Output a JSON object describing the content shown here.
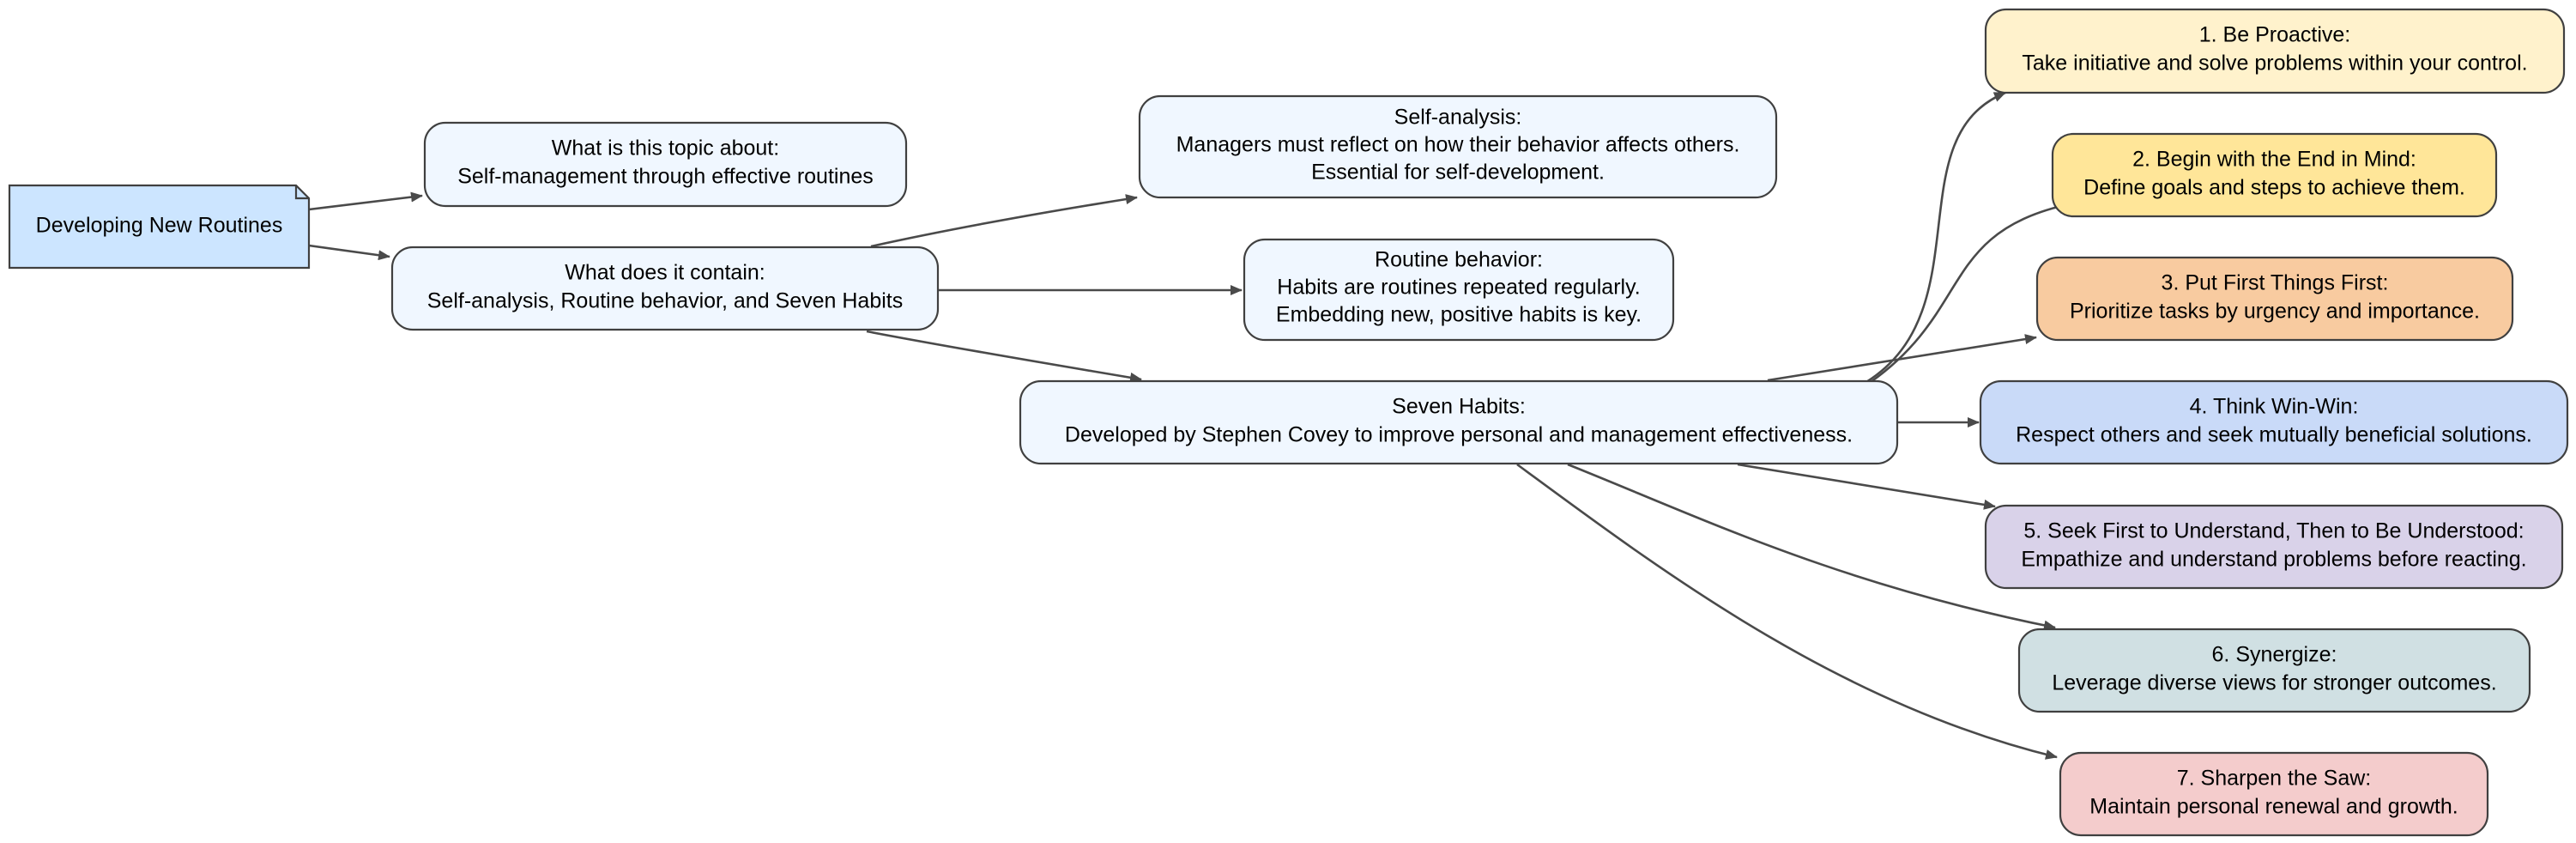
{
  "colors": {
    "root": "#cce5ff",
    "info": "#f0f7ff",
    "edge": "#4a4a4a",
    "border": "#404040",
    "habits": [
      "#fff2cc",
      "#ffe699",
      "#f8cba0",
      "#c9daf8",
      "#d9d2e9",
      "#d0e0e3",
      "#f4cccc"
    ]
  },
  "nodes": {
    "root": {
      "label": "Developing New Routines"
    },
    "topic": {
      "lines": [
        "What is this topic about:",
        "Self-management through effective routines"
      ]
    },
    "contains": {
      "lines": [
        "What does it contain:",
        "Self-analysis, Routine behavior, and Seven Habits"
      ]
    },
    "self_analysis": {
      "lines": [
        "Self-analysis:",
        "Managers must reflect on how their behavior affects others.",
        "Essential for self-development."
      ]
    },
    "routine": {
      "lines": [
        "Routine behavior:",
        "Habits are routines repeated regularly.",
        "Embedding new, positive habits is key."
      ]
    },
    "seven_habits": {
      "lines": [
        "Seven Habits:",
        "Developed by Stephen Covey to improve personal and management effectiveness."
      ]
    },
    "habits": [
      {
        "lines": [
          "1. Be Proactive:",
          "Take initiative and solve problems within your control."
        ]
      },
      {
        "lines": [
          "2. Begin with the End in Mind:",
          "Define goals and steps to achieve them."
        ]
      },
      {
        "lines": [
          "3. Put First Things First:",
          "Prioritize tasks by urgency and importance."
        ]
      },
      {
        "lines": [
          "4. Think Win-Win:",
          "Respect others and seek mutually beneficial solutions."
        ]
      },
      {
        "lines": [
          "5. Seek First to Understand, Then to Be Understood:",
          "Empathize and understand problems before reacting."
        ]
      },
      {
        "lines": [
          "6. Synergize:",
          "Leverage diverse views for stronger outcomes."
        ]
      },
      {
        "lines": [
          "7. Sharpen the Saw:",
          "Maintain personal renewal and growth."
        ]
      }
    ]
  }
}
